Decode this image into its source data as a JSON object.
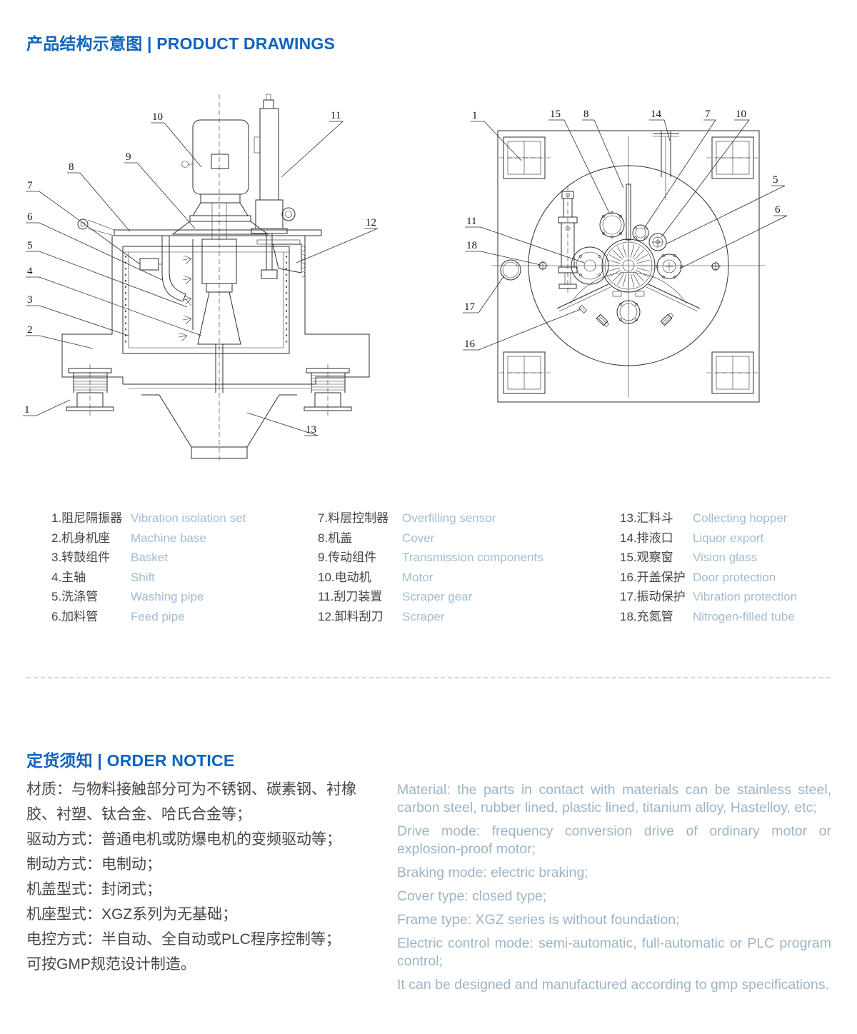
{
  "titles": {
    "drawings_section": "产品结构示意图 | PRODUCT DRAWINGS",
    "order_section": "定货须知 | ORDER NOTICE"
  },
  "colors": {
    "accent_blue": "#0d64be",
    "text_dark": "#474747",
    "text_light_blue": "#a2bcd2",
    "drawing_line": "#2e2e2e",
    "divider": "#cfd9dd"
  },
  "drawings": {
    "side_labels": [
      "10",
      "11",
      "9",
      "8",
      "7",
      "6",
      "5",
      "4",
      "3",
      "2",
      "1",
      "12",
      "13"
    ],
    "top_labels": [
      "1",
      "15",
      "8",
      "14",
      "7",
      "10",
      "5",
      "6",
      "11",
      "18",
      "17",
      "16"
    ]
  },
  "legend": {
    "items": [
      {
        "cn": "1.阻尼隔振器",
        "en": "Vibration isolation set"
      },
      {
        "cn": "2.机身机座",
        "en": "Machine base"
      },
      {
        "cn": "3.转鼓组件",
        "en": "Basket"
      },
      {
        "cn": "4.主轴",
        "en": "Shift"
      },
      {
        "cn": "5.洗涤管",
        "en": "Washing pipe"
      },
      {
        "cn": "6.加料管",
        "en": "Feed pipe"
      },
      {
        "cn": "7.料层控制器",
        "en": "Overfilling sensor"
      },
      {
        "cn": "8.机盖",
        "en": "Cover"
      },
      {
        "cn": "9.传动组件",
        "en": "Transmission components"
      },
      {
        "cn": "10.电动机",
        "en": "Motor"
      },
      {
        "cn": "11.刮刀装置",
        "en": "Scraper gear"
      },
      {
        "cn": "12.卸料刮刀",
        "en": "Scraper"
      },
      {
        "cn": "13.汇料斗",
        "en": "Collecting hopper"
      },
      {
        "cn": "14.排液口",
        "en": "Liquor export"
      },
      {
        "cn": "15.观察窗",
        "en": "Vision glass"
      },
      {
        "cn": "16.开盖保护",
        "en": "Door protection"
      },
      {
        "cn": "17.振动保护",
        "en": "Vibration protection"
      },
      {
        "cn": "18.充氮管",
        "en": "Nitrogen-filled tube"
      }
    ]
  },
  "order_notice": {
    "cn_paragraphs": [
      "材质：与物料接触部分可为不锈钢、碳素钢、衬橡胶、衬塑、钛合金、哈氏合金等；",
      "驱动方式：普通电机或防爆电机的变频驱动等；",
      "制动方式：电制动；",
      "机盖型式：封闭式；",
      "机座型式：XGZ系列为无基础；",
      "电控方式：半自动、全自动或PLC程序控制等；",
      "可按GMP规范设计制造。"
    ],
    "en_paragraphs": [
      "Material: the parts in contact with materials can be stainless steel, carbon steel, rubber lined, plastic lined, titanium alloy, Hastelloy, etc;",
      "Drive mode: frequency conversion drive of ordinary motor or explosion-proof motor;",
      "Braking mode: electric braking;",
      "Cover type: closed type;",
      "Frame type: XGZ series is without foundation;",
      "Electric control mode: semi-automatic, full-automatic or PLC program control;",
      "It can be designed and manufactured according to gmp specifications."
    ]
  }
}
